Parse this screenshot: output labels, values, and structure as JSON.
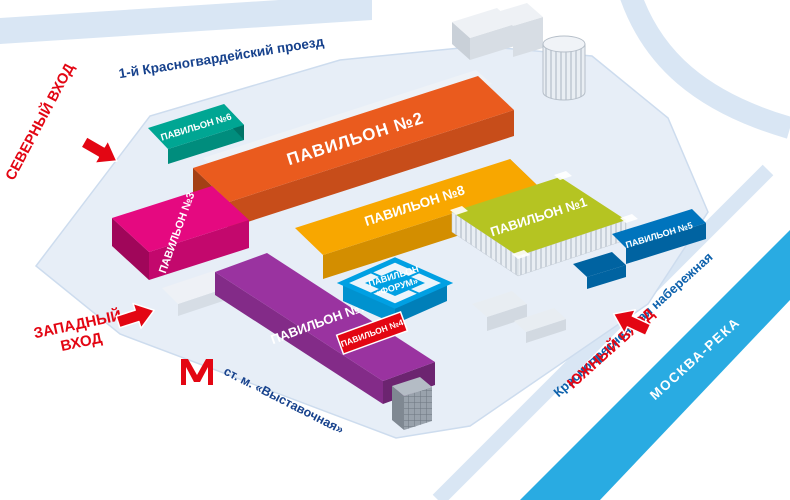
{
  "colors": {
    "road": "#d9e6f4",
    "platform": "#e7eef7",
    "river": "#29abe2",
    "entrance_red": "#e30613",
    "metro_red": "#e30613",
    "street_label": "#16418c",
    "embankment_label": "#0d61ac"
  },
  "streets": {
    "north_road": "1-й Красногвардейский проезд",
    "embankment": "Краснопресненская набережная",
    "river": "МОСКВА-РЕКА"
  },
  "entrances": {
    "north": "СЕВЕРНЫЙ ВХОД",
    "west_line1": "ЗАПАДНЫЙ",
    "west_line2": "ВХОД",
    "south": "ЮЖНЫЙ ВХОД"
  },
  "metro": {
    "symbol": "М",
    "station": "ст. м. «Выставочная»"
  },
  "pavilions": {
    "p1": {
      "label": "ПАВИЛЬОН №1",
      "color": "#b5c422"
    },
    "p2": {
      "label": "ПАВИЛЬОН №2",
      "color": "#ea5b1e"
    },
    "p3": {
      "label": "ПАВИЛЬОН №3",
      "color": "#e50980"
    },
    "p4": {
      "label": "ПАВИЛЬОН №4",
      "color": "#e30613"
    },
    "p5": {
      "label": "ПАВИЛЬОН №5",
      "color": "#0074bd"
    },
    "p6": {
      "label": "ПАВИЛЬОН №6",
      "color": "#00a693"
    },
    "p7": {
      "label": "ПАВИЛЬОН №7",
      "color": "#9a33a0"
    },
    "p8": {
      "label": "ПАВИЛЬОН №8",
      "color": "#f8a700"
    },
    "forum": {
      "line1": "ПАВИЛЬОН",
      "line2": "«ФОРУМ»",
      "color": "#00a0e3"
    }
  }
}
